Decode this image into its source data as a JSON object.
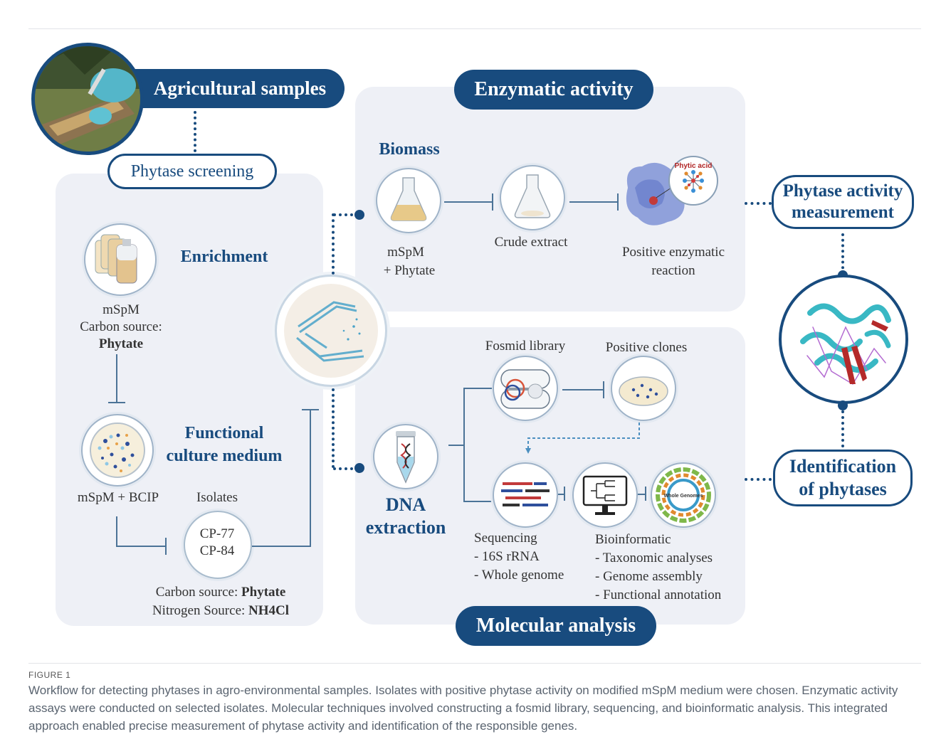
{
  "stages": {
    "agricultural": "Agricultural samples",
    "screening": "Phytase screening",
    "enzymatic": "Enzymatic activity",
    "molecular": "Molecular analysis",
    "measurement": "Phytase activity measurement",
    "identification": "Identification of phytases"
  },
  "screening_panel": {
    "enrichment": "Enrichment",
    "enrichment_medium": "mSpM",
    "enrichment_carbon": "Carbon source:",
    "enrichment_carbon_value": "Phytate",
    "functional_line1": "Functional",
    "functional_line2": "culture medium",
    "bcip_medium": "mSpM + BCIP",
    "isolates_title": "Isolates",
    "isolate_1": "CP-77",
    "isolate_2": "CP-84",
    "carbon_label": "Carbon source:",
    "carbon_value": "Phytate",
    "nitrogen_label": "Nitrogen Source:",
    "nitrogen_value": "NH4Cl"
  },
  "enzymatic_panel": {
    "biomass": "Biomass",
    "medium_line1": "mSpM",
    "medium_line2": "+ Phytate",
    "crude": "Crude extract",
    "positive_line1": "Positive enzymatic",
    "positive_line2": "reaction",
    "phytic_label": "Phytic acid"
  },
  "molecular_panel": {
    "fosmid": "Fosmid library",
    "clones": "Positive clones",
    "dna_line1": "DNA",
    "dna_line2": "extraction",
    "sequencing": "Sequencing",
    "seq_1": "- 16S rRNA",
    "seq_2": "- Whole genome",
    "bioinf": "Bioinformatic",
    "bio_1": "- Taxonomic analyses",
    "bio_2": "- Genome assembly",
    "bio_3": "- Functional annotation",
    "genome_label": "Whole Genomes"
  },
  "caption": {
    "label": "FIGURE 1",
    "text": "Workflow for detecting phytases in agro-environmental samples. Isolates with positive phytase activity on modified mSpM medium were chosen. Enzymatic activity assays were conducted on selected isolates. Molecular techniques involved constructing a fosmid library, sequencing, and bioinformatic analysis. This integrated approach enabled precise measurement of phytase activity and identification of the responsible genes."
  },
  "colors": {
    "navy": "#184b7e",
    "panel": "#eef0f6",
    "connector": "#4b7397",
    "plate_blue": "#4aa3c9"
  }
}
